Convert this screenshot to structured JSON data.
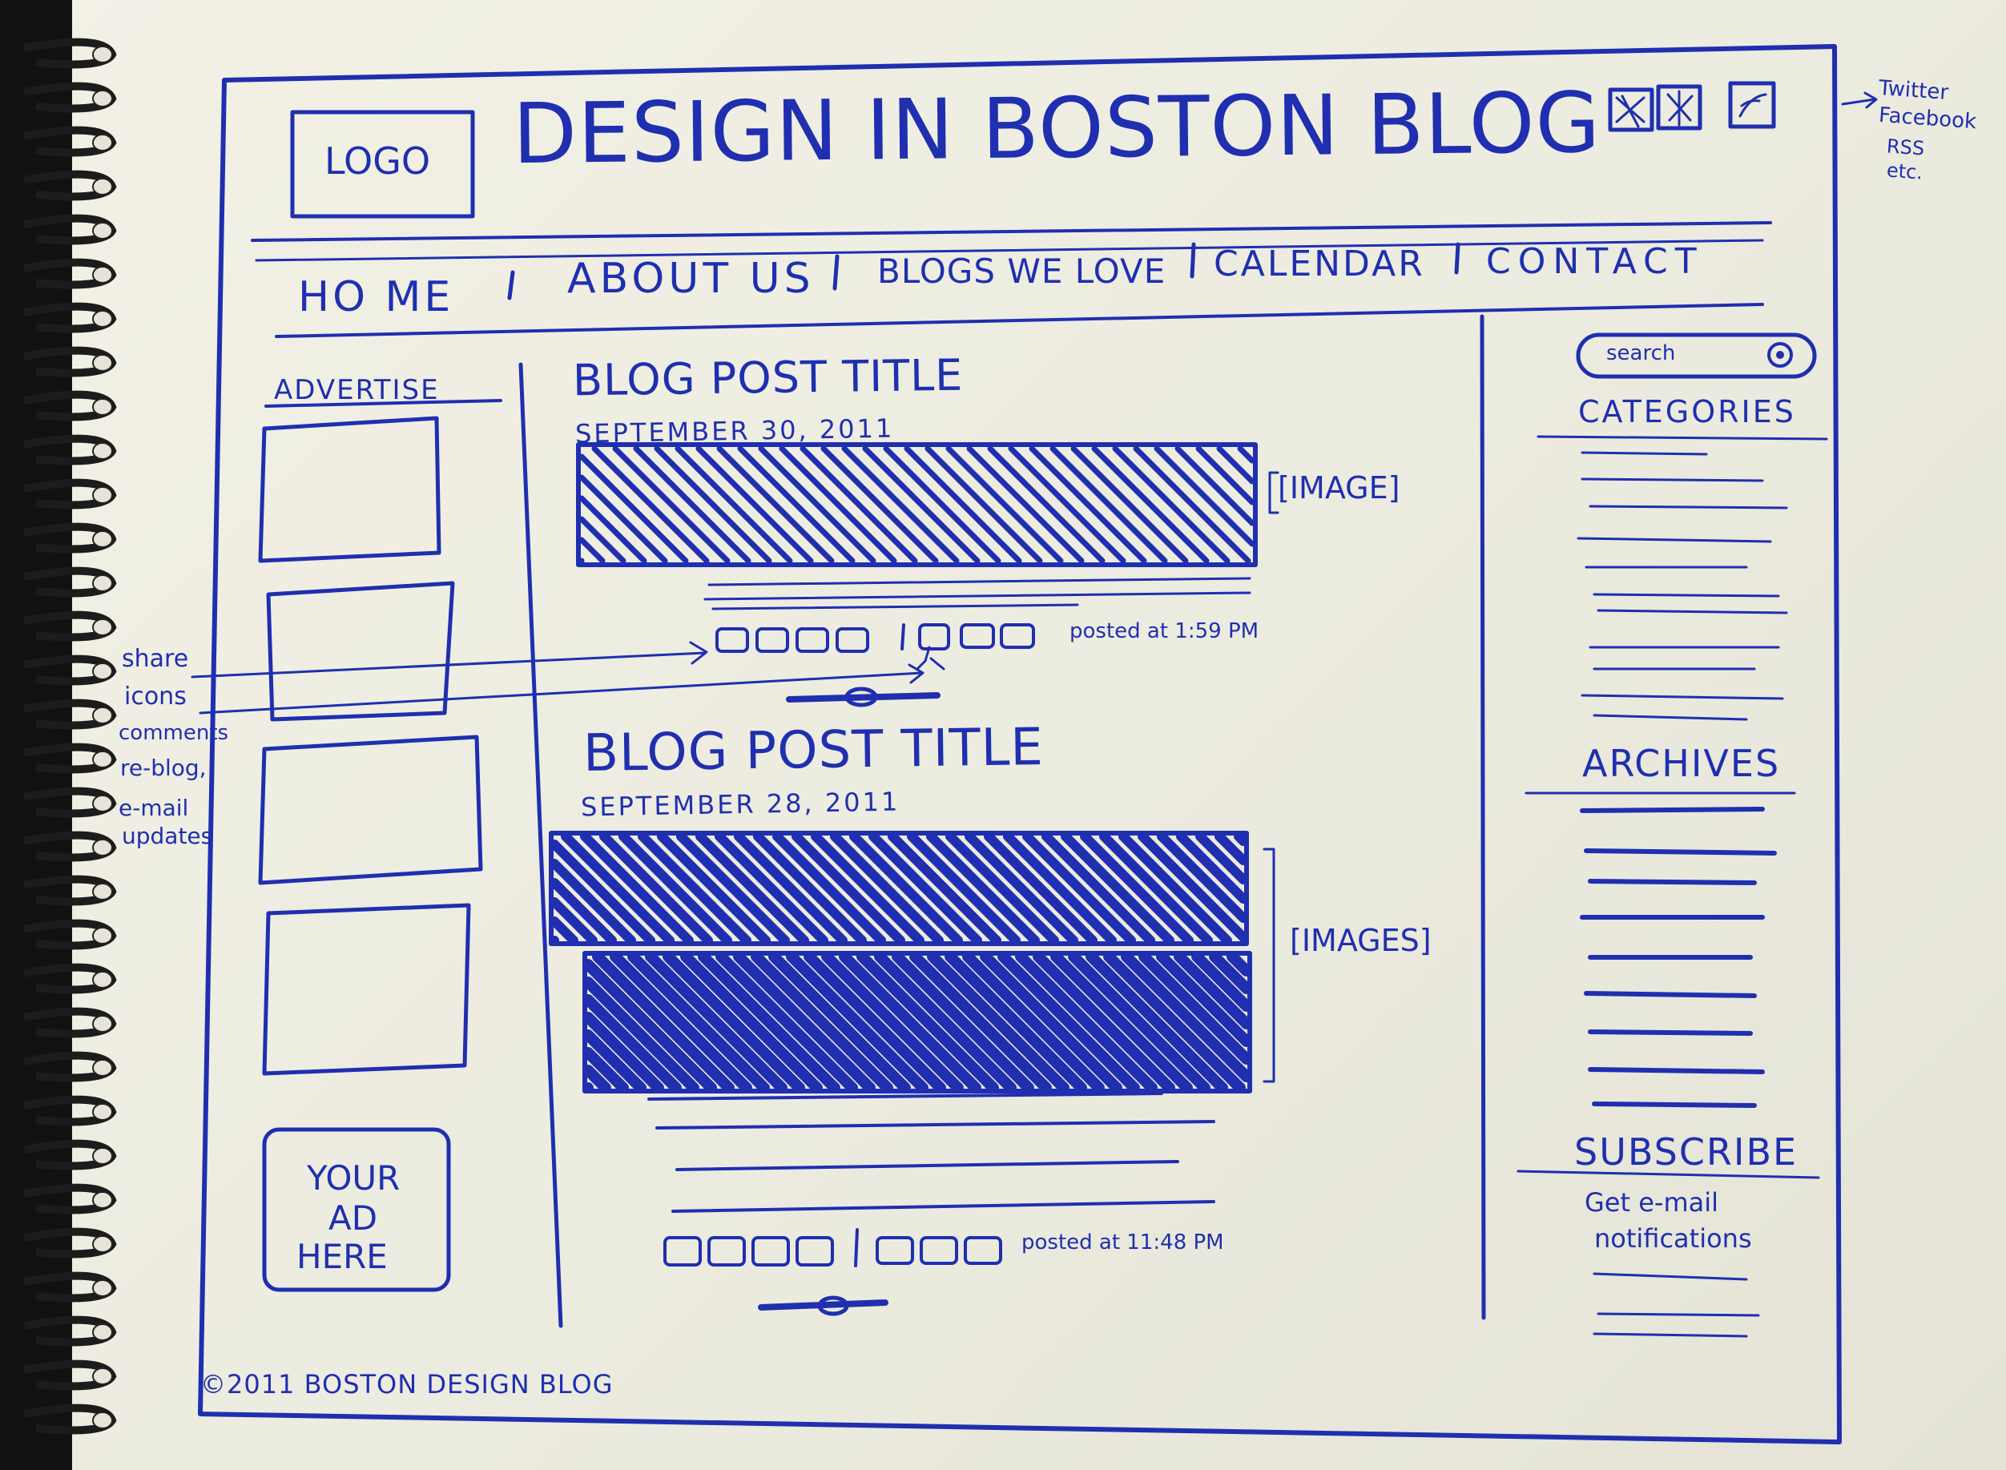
{
  "header": {
    "logo_label": "LOGO",
    "title": "DESIGN IN BOSTON BLOG",
    "social_note": [
      "Twitter",
      "Facebook",
      "RSS",
      "etc."
    ]
  },
  "nav": {
    "items": [
      "HO ME",
      "ABOUT US",
      "BLOGS WE LOVE",
      "CALENDAR",
      "CONTACT"
    ]
  },
  "left_sidebar": {
    "heading": "ADVERTISE",
    "ad_box": [
      "YOUR",
      "AD",
      "HERE"
    ]
  },
  "posts": [
    {
      "title": "BLOG POST TITLE",
      "date": "SEPTEMBER 30, 2011",
      "image_label": "[IMAGE]",
      "posted": "posted at 1:59 PM"
    },
    {
      "title": "BLOG POST TITLE",
      "date": "SEPTEMBER 28, 2011",
      "image_label": "[IMAGES]",
      "posted": "posted at 11:48 PM"
    }
  ],
  "annotation": {
    "lines": [
      "share",
      "icons",
      "comments",
      "re-blog,",
      "e-mail",
      "updates"
    ]
  },
  "right_sidebar": {
    "search_placeholder": "search",
    "categories_heading": "CATEGORIES",
    "archives_heading": "ARCHIVES",
    "subscribe_heading": "SUBSCRIBE",
    "subscribe_text": [
      "Get e-mail",
      "notifications"
    ]
  },
  "footer": {
    "copyright": "©2011 BOSTON DESIGN BLOG"
  },
  "colors": {
    "ink": "#1f2fb0",
    "paper": "#f0efe4"
  }
}
